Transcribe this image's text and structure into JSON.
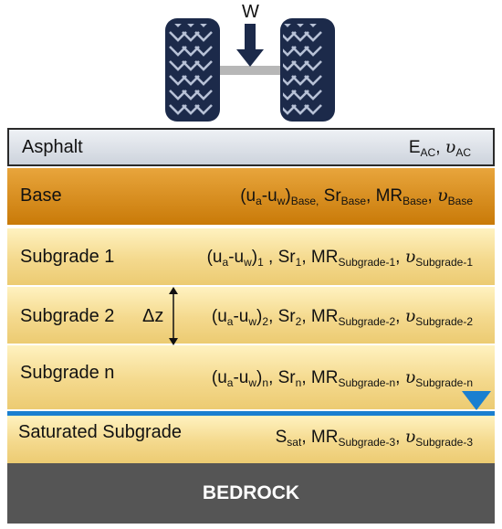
{
  "load": {
    "label": "W"
  },
  "layers": {
    "asphalt": {
      "name": "Asphalt",
      "props": [
        {
          "t": "E"
        },
        {
          "s": "AC"
        },
        {
          "t": ", "
        },
        {
          "nu": "υ"
        },
        {
          "s": "AC"
        }
      ]
    },
    "base": {
      "name": "Base",
      "props": [
        {
          "t": "(u"
        },
        {
          "s": "a"
        },
        {
          "t": "-u"
        },
        {
          "s": "w"
        },
        {
          "t": ")"
        },
        {
          "s": "Base,"
        },
        {
          "t": " Sr"
        },
        {
          "s": "Base"
        },
        {
          "t": ", M"
        },
        {
          "t": "R"
        },
        {
          "s": "Base"
        },
        {
          "t": ", "
        },
        {
          "nu": "υ"
        },
        {
          "s": "Base"
        }
      ]
    },
    "subgrade1": {
      "name": "Subgrade 1",
      "props": [
        {
          "t": "(u"
        },
        {
          "s": "a"
        },
        {
          "t": "-u"
        },
        {
          "s": "w"
        },
        {
          "t": ")"
        },
        {
          "s": "1"
        },
        {
          "t": " , Sr"
        },
        {
          "s": "1"
        },
        {
          "t": ", M"
        },
        {
          "t": "R"
        },
        {
          "s": "Subgrade-1"
        },
        {
          "t": ", "
        },
        {
          "nu": "υ"
        },
        {
          "s": "Subgrade-1"
        }
      ]
    },
    "subgrade2": {
      "name": "Subgrade 2",
      "props": [
        {
          "t": "(u"
        },
        {
          "s": "a"
        },
        {
          "t": "-u"
        },
        {
          "s": "w"
        },
        {
          "t": ")"
        },
        {
          "s": "2"
        },
        {
          "t": ", Sr"
        },
        {
          "s": "2"
        },
        {
          "t": ", M"
        },
        {
          "t": "R"
        },
        {
          "s": "Subgrade-2"
        },
        {
          "t": ", "
        },
        {
          "nu": "υ"
        },
        {
          "s": "Subgrade-2"
        }
      ]
    },
    "subgraden": {
      "name": "Subgrade n",
      "props": [
        {
          "t": "(u"
        },
        {
          "s": "a"
        },
        {
          "t": "-u"
        },
        {
          "s": "w"
        },
        {
          "t": ")"
        },
        {
          "s": "n"
        },
        {
          "t": ", Sr"
        },
        {
          "s": "n"
        },
        {
          "t": ", M"
        },
        {
          "t": "R"
        },
        {
          "s": "Subgrade-n"
        },
        {
          "t": ", "
        },
        {
          "nu": "υ"
        },
        {
          "s": "Subgrade-n"
        }
      ]
    },
    "saturated": {
      "name": "Saturated Subgrade",
      "props": [
        {
          "t": "S"
        },
        {
          "s": "sat"
        },
        {
          "t": ", M"
        },
        {
          "t": "R"
        },
        {
          "s": "Subgrade-3"
        },
        {
          "t": ", "
        },
        {
          "nu": "υ"
        },
        {
          "s": "Subgrade-3"
        }
      ]
    },
    "bedrock": {
      "name": "BEDROCK"
    }
  },
  "thickness_label": "Δz",
  "colors": {
    "asphalt": "#d6dbe2",
    "base": "#d48a10",
    "subgrade": "#f4d98d",
    "water": "#1a7fd0",
    "bedrock": "#555555",
    "tire": "#1c2a4a"
  }
}
